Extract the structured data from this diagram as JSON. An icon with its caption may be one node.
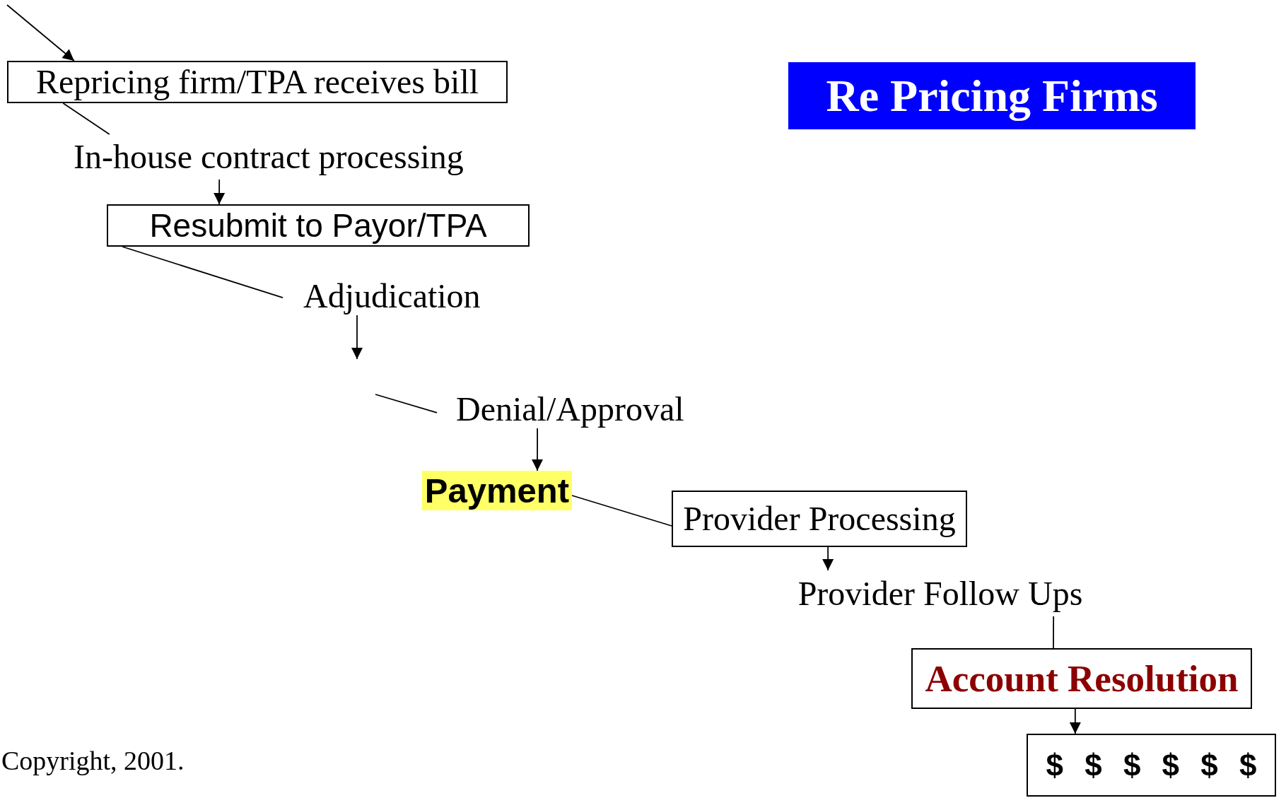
{
  "diagram": {
    "title": "Re Pricing Firms",
    "nodes": [
      {
        "text": [
          "Repricing firm/TPA receives bill"
        ]
      },
      {
        "text": [
          "In-house contract processing"
        ]
      },
      {
        "text": [
          "Resubmit to Payor/TPA"
        ]
      },
      {
        "text": [
          "Adjudication"
        ]
      },
      {
        "text": [
          "Denial/Approval"
        ]
      },
      {
        "text": [
          "Payment"
        ]
      },
      {
        "text": [
          "Provider Processing"
        ]
      },
      {
        "text": [
          "Provider Follow Ups"
        ]
      },
      {
        "text": [
          "Account Resolution"
        ]
      },
      {
        "text": [
          "$ $ $ $ $ $"
        ]
      }
    ],
    "edges": [
      {
        "from": null,
        "to": 0,
        "arrow": "to"
      },
      {
        "from": 0,
        "to": 1,
        "arrow": "none"
      },
      {
        "from": 1,
        "to": 2,
        "arrow": "to"
      },
      {
        "from": 2,
        "to": 3,
        "arrow": "none"
      },
      {
        "from": 3,
        "to": null,
        "arrow": "to"
      },
      {
        "from": null,
        "to": 4,
        "arrow": "none"
      },
      {
        "from": 4,
        "to": 5,
        "arrow": "to"
      },
      {
        "from": 5,
        "to": 6,
        "arrow": "none"
      },
      {
        "from": 6,
        "to": 7,
        "arrow": "to"
      },
      {
        "from": 7,
        "to": 8,
        "arrow": "none"
      },
      {
        "from": 8,
        "to": 9,
        "arrow": "to"
      }
    ],
    "labels": [
      "Copyright, 2001."
    ]
  }
}
